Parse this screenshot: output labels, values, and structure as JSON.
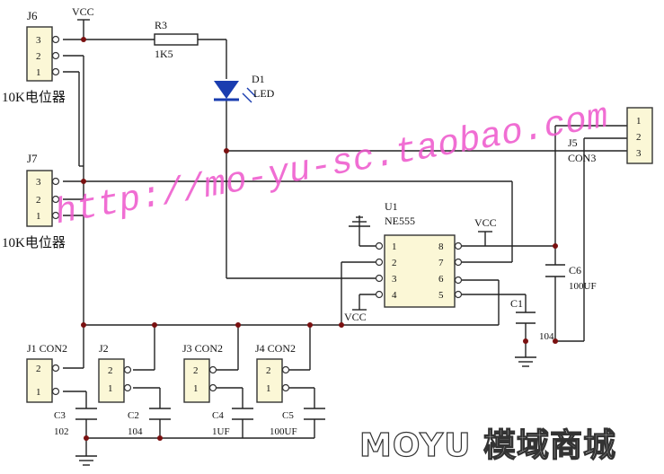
{
  "colors": {
    "wire": "#222222",
    "junction": "#7a1010",
    "header_fill": "#fbf7d6",
    "led": "#1a3db0",
    "watermark": "#ee55cc"
  },
  "labels": {
    "j6": "J6",
    "j7": "J7",
    "j1": "J1 CON2",
    "j2": "J2",
    "j3": "J3 CON2",
    "j4": "J4 CON2",
    "j5": "J5",
    "j5_type": "CON3",
    "pot1": "10K电位器",
    "pot2": "10K电位器",
    "vcc_top": "VCC",
    "vcc_555": "VCC",
    "vcc_pin4": "VCC",
    "r3": "R3",
    "r3_val": "1K5",
    "d1": "D1",
    "d1_type": "LED",
    "u1": "U1",
    "u1_type": "NE555",
    "c1": "C1",
    "c1_val": "104",
    "c2": "C2",
    "c2_val": "104",
    "c3": "C3",
    "c3_val": "102",
    "c4": "C4",
    "c4_val": "1UF",
    "c5": "C5",
    "c5_val": "100UF",
    "c6": "C6",
    "c6_val": "100UF"
  },
  "pins": {
    "three": [
      "3",
      "2",
      "1"
    ],
    "two": [
      "2",
      "1"
    ],
    "j5": [
      "1",
      "2",
      "3"
    ],
    "ic_left": [
      "1",
      "2",
      "3",
      "4"
    ],
    "ic_right": [
      "8",
      "7",
      "6",
      "5"
    ]
  },
  "watermark": "http://mo-yu-sc.taobao.com",
  "brand": "MOYU 模域商城"
}
